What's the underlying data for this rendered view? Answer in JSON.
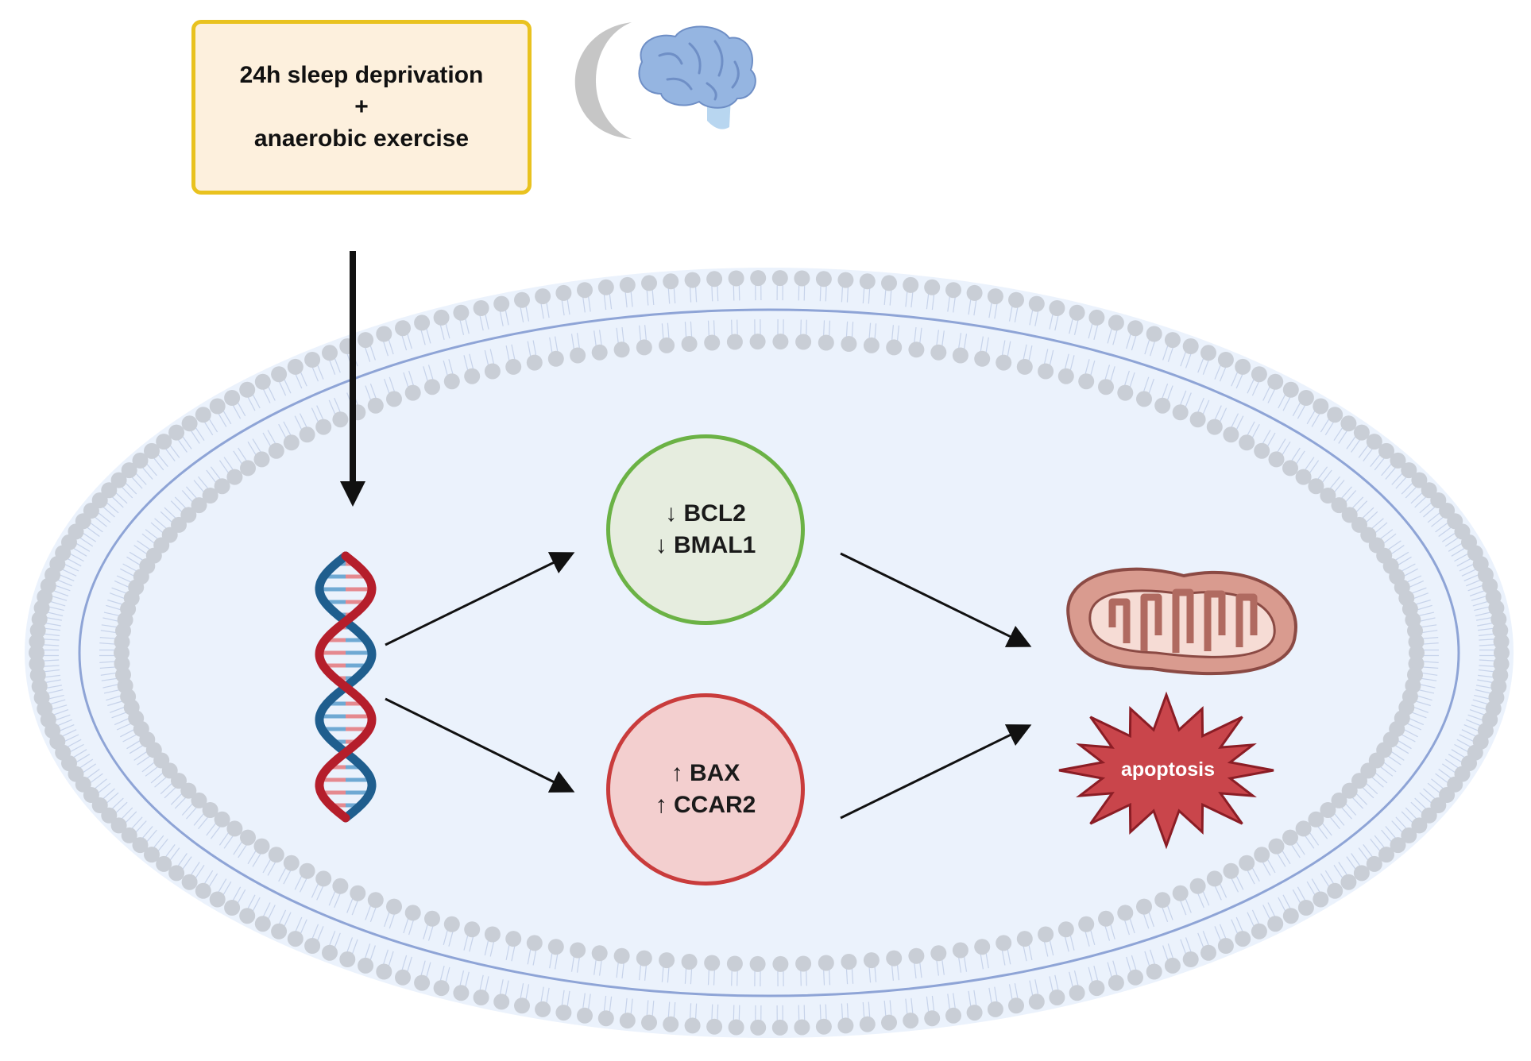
{
  "condition": {
    "line1": "24h sleep deprivation",
    "line2": "+",
    "line3": "anaerobic exercise"
  },
  "downregulated": [
    "↓ BCL2",
    "↓ BMAL1"
  ],
  "upregulated": [
    "↑ BAX",
    "↑ CCAR2"
  ],
  "outcome": {
    "apoptosis": "apoptosis"
  },
  "icons": [
    "moon-icon",
    "brain-icon",
    "dna-icon",
    "mitochondrion-icon",
    "apoptosis-burst-icon"
  ],
  "colors": {
    "condition_fill": "#fdf0dd",
    "condition_border": "#e9c21f",
    "down_fill": "#e6eddf",
    "down_border": "#6bb245",
    "up_fill": "#f3cfcf",
    "up_border": "#c93c3c",
    "cell_fill": "#ebf2fc",
    "membrane_head": "#c9ced6",
    "dna_red": "#b51e2b",
    "dna_blue": "#1f5e8e",
    "apoptosis_fill": "#c9454b",
    "mito_fill": "#d99b8f"
  }
}
